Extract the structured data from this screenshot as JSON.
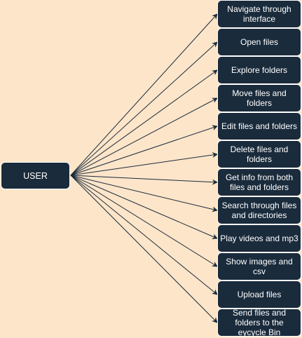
{
  "colors": {
    "background": "#fde5c9",
    "node_fill": "#1a2b3c",
    "node_text": "#ffffff",
    "edge": "#1a2b3c"
  },
  "user": {
    "label": "USER"
  },
  "actions": [
    {
      "id": "navigate",
      "label": "Navigate through interface"
    },
    {
      "id": "open-files",
      "label": "Open files"
    },
    {
      "id": "explore-folders",
      "label": "Explore folders"
    },
    {
      "id": "move",
      "label": "Move files and folders"
    },
    {
      "id": "edit",
      "label": "Edit files and folders"
    },
    {
      "id": "delete",
      "label": "Delete files and folders"
    },
    {
      "id": "get-info",
      "label": "Get info from both files and folders"
    },
    {
      "id": "search",
      "label": "Search through files and directories"
    },
    {
      "id": "play",
      "label": "Play videos and mp3"
    },
    {
      "id": "show",
      "label": "Show images and csv"
    },
    {
      "id": "upload",
      "label": "Upload files"
    },
    {
      "id": "send",
      "label": "Send files and folders to the eycycle Bin"
    }
  ]
}
